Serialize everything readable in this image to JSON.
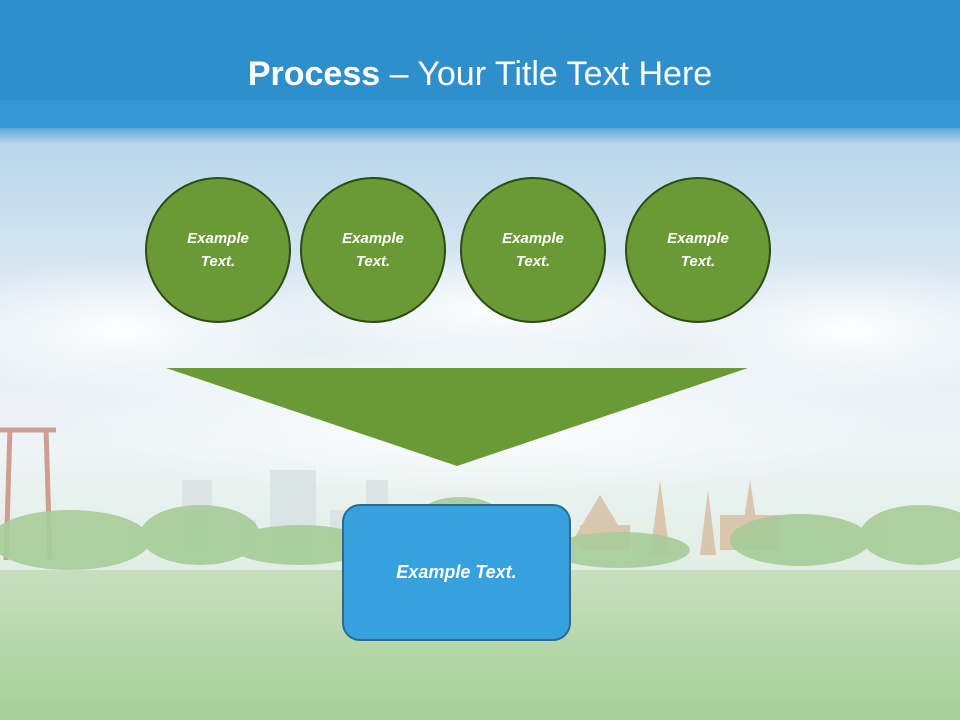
{
  "slide": {
    "title_bold": "Process",
    "title_rest": " – Your Title Text Here"
  },
  "process": {
    "inputs": [
      {
        "label": "Example Text."
      },
      {
        "label": "Example Text."
      },
      {
        "label": "Example Text."
      },
      {
        "label": "Example Text."
      }
    ],
    "output": {
      "label": "Example Text."
    }
  },
  "colors": {
    "title_bar": "#2f8fcd",
    "circle_fill": "#6a9a35",
    "circle_border": "#2c4a15",
    "funnel_fill": "#6a9a35",
    "output_fill": "#35a2dd",
    "output_border": "#2a6b94",
    "grass": "#6fae55"
  }
}
